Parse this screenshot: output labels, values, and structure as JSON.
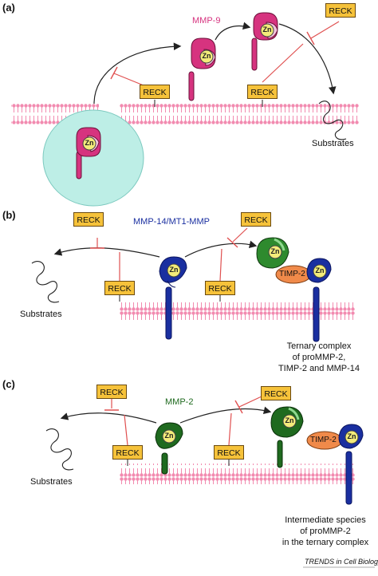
{
  "panels": {
    "a": "(a)",
    "b": "(b)",
    "c": "(c)"
  },
  "enzyme_labels": {
    "mmp9": "MMP-9",
    "mmp14": "MMP-14/MT1-MMP",
    "mmp2": "MMP-2"
  },
  "reck": "RECK",
  "zn": "Zn",
  "timp2": "TIMP-2",
  "substrates": "Substrates",
  "ternary_caption": [
    "Ternary complex",
    "of proMMP-2,",
    "TIMP-2 and MMP-14"
  ],
  "intermediate_caption": [
    "Intermediate species",
    "of proMMP-2",
    "in the ternary complex"
  ],
  "credit": "TRENDS in Cell Biology",
  "colors": {
    "mmp9": "#d6337f",
    "mmp14": "#1a2fa0",
    "mmp2": "#1f6a1f",
    "reck": "#f6c23a",
    "membrane": "#f28bb0",
    "inhibit": "#e05050",
    "vesicle": "#bdeee6"
  }
}
